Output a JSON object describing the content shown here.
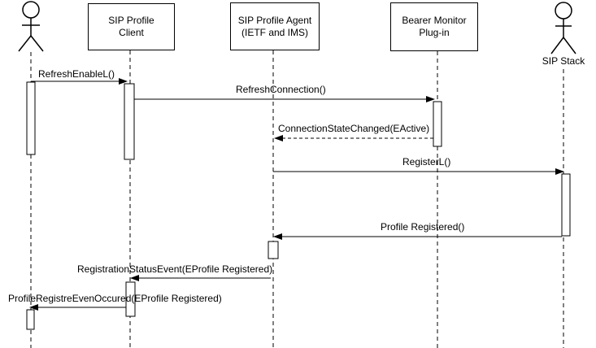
{
  "diagram_type": "uml-sequence",
  "participants": [
    {
      "id": "user",
      "kind": "actor",
      "label": ""
    },
    {
      "id": "sip_profile_client",
      "kind": "object",
      "label": "SIP Profile Client",
      "label_lines": [
        "SIP Profile",
        "Client"
      ]
    },
    {
      "id": "sip_profile_agent",
      "kind": "object",
      "label": "SIP Profile Agent (IETF and IMS)",
      "label_lines": [
        "SIP Profile Agent",
        "(IETF and IMS)"
      ]
    },
    {
      "id": "bearer_monitor",
      "kind": "object",
      "label": "Bearer Monitor Plug-in",
      "label_lines": [
        "Bearer Monitor",
        "Plug-in"
      ]
    },
    {
      "id": "sip_stack",
      "kind": "actor",
      "label": "SIP Stack"
    }
  ],
  "messages": [
    {
      "from": "user",
      "to": "sip_profile_client",
      "label": "RefreshEnableL()",
      "line": "solid"
    },
    {
      "from": "sip_profile_client",
      "to": "bearer_monitor",
      "label": "RefreshConnection()",
      "line": "solid"
    },
    {
      "from": "bearer_monitor",
      "to": "sip_profile_agent",
      "label": "ConnectionStateChanged(EActive)",
      "line": "dashed"
    },
    {
      "from": "sip_profile_agent",
      "to": "sip_stack",
      "label": "RegisterL()",
      "line": "solid"
    },
    {
      "from": "sip_stack",
      "to": "sip_profile_agent",
      "label": "Profile Registered()",
      "line": "solid"
    },
    {
      "from": "sip_profile_agent",
      "to": "sip_profile_client",
      "label": "RegistrationStatusEvent(EProfile Registered)",
      "line": "solid"
    },
    {
      "from": "sip_profile_client",
      "to": "user",
      "label": "ProfileRegistreEvenOccured(EProfile Registered)",
      "line": "solid"
    }
  ],
  "colors": {
    "line": "#000000",
    "fill": "#ffffff",
    "text": "#000000",
    "background": "#ffffff"
  }
}
